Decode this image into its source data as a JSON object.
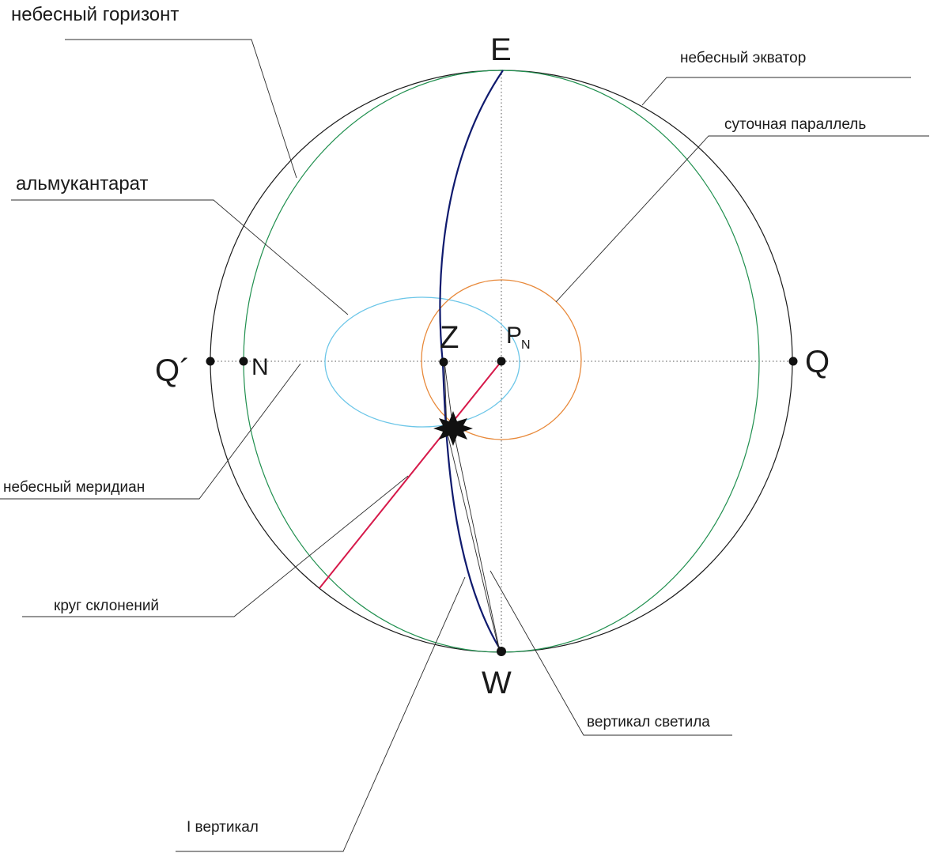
{
  "points": {
    "E": "E",
    "W": "W",
    "Q": "Q",
    "Q_prime": "Q´",
    "N": "N",
    "Z": "Z",
    "P": "P",
    "P_sub": "N"
  },
  "labels": {
    "horizon": "небесный горизонт",
    "equator": "небесный экватор",
    "daily_parallel": "суточная параллель",
    "almucantar": "альмукантарат",
    "meridian": "небесный меридиан",
    "declination_circle": "круг склонений",
    "star_vertical": "вертикал светила",
    "prime_vertical": "I вертикал"
  },
  "colors": {
    "equator": "#1a1a1a",
    "horizon": "#1f8f4e",
    "almucantar": "#6cc6e8",
    "daily_parallel": "#e8893a",
    "meridian_arc": "#0f1a6e",
    "declination_circle": "#d6194a",
    "star": "#111111"
  },
  "icons": {
    "star": "star-icon"
  }
}
